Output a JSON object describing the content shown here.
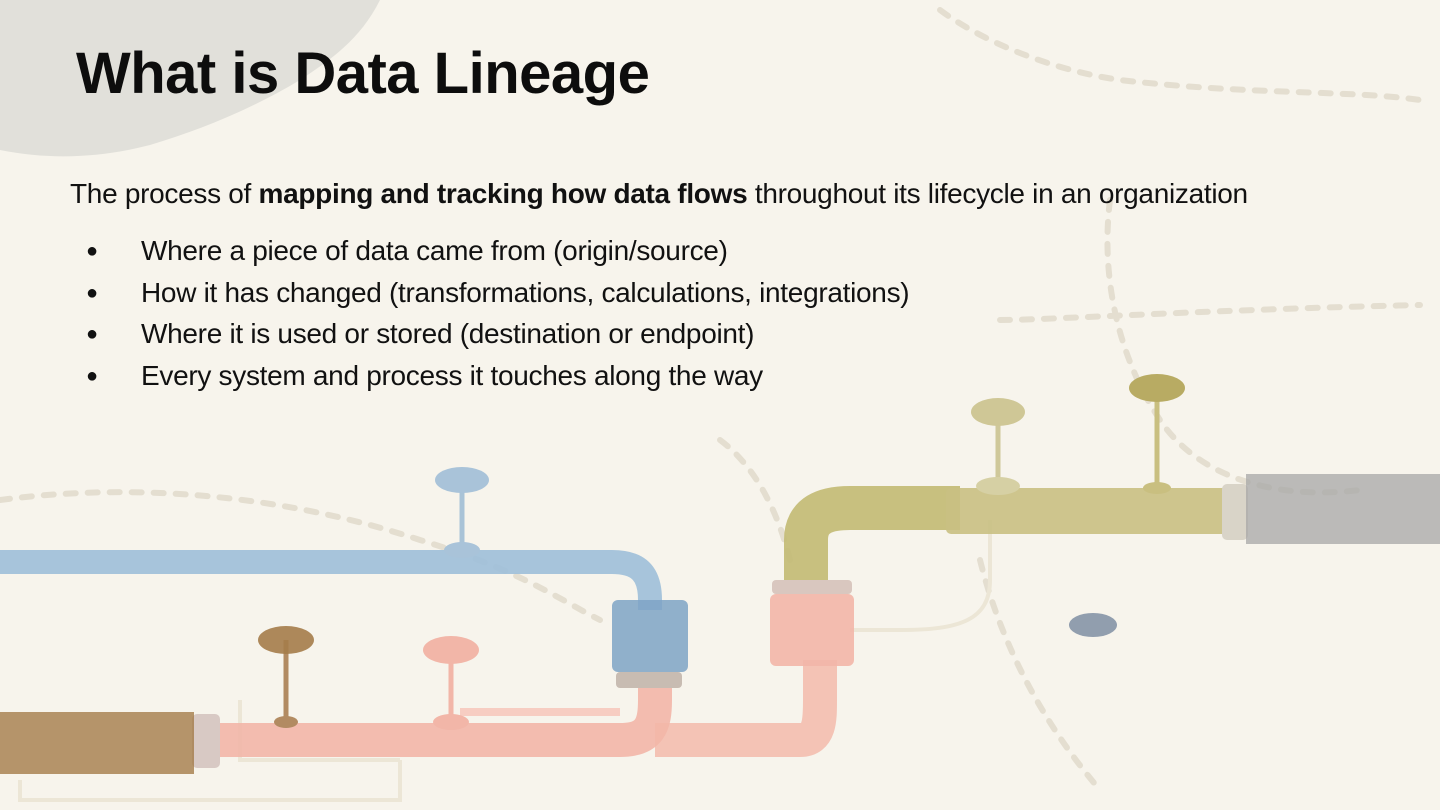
{
  "slide": {
    "title": "What is Data Lineage",
    "intro": {
      "before": "The process of ",
      "bold": "mapping and tracking how data flows",
      "after": " throughout its lifecycle in an organization"
    },
    "bullet_symbol": "●",
    "bullets": [
      "Where a piece of data came from (origin/source)",
      "How it has changed (transformations, calculations, integrations)",
      "Where it is used or stored (destination or endpoint)",
      "Every system and process it touches along the way"
    ]
  },
  "colors": {
    "background": "#f7f4ec",
    "text": "#111111",
    "pipe_blue": "#9dbfd9",
    "pipe_pink": "#f2b6a8",
    "pipe_olive": "#c9c083",
    "pipe_brown": "#a47c4a",
    "pipe_gray": "#b5b5b5"
  }
}
